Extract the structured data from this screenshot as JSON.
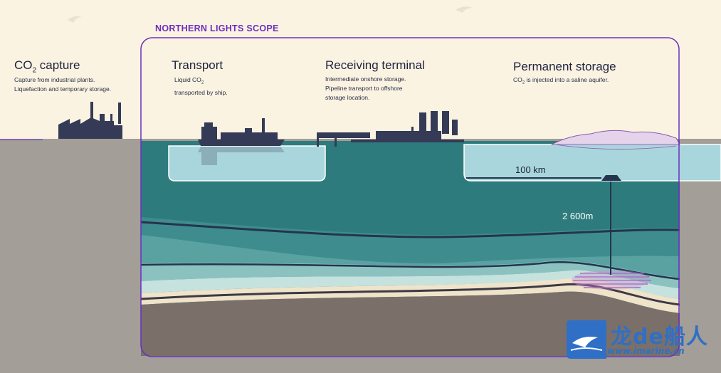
{
  "scope": {
    "title": "NORTHERN LIGHTS SCOPE"
  },
  "stages": {
    "capture": {
      "title_main": "CO",
      "title_sub": "2",
      "title_rest": " capture",
      "desc1": "Capture from industrial plants.",
      "desc2": "Liquefaction and temporary storage."
    },
    "transport": {
      "title": "Transport",
      "desc1_main": "Liquid CO",
      "desc1_sub": "2",
      "desc2": "transported by ship."
    },
    "terminal": {
      "title": "Receiving terminal",
      "desc1": "Intermediate onshore storage.",
      "desc2": "Pipeline transport to offshore",
      "desc3": "storage location."
    },
    "storage": {
      "title": "Permanent storage",
      "desc_main": "CO",
      "desc_sub": "2",
      "desc_rest": " is injected into a saline aquifer."
    }
  },
  "measures": {
    "pipeline": "100 km",
    "depth": "2 600m"
  },
  "watermark": {
    "brand": "龙de船人",
    "url": "www.imarine.cn"
  },
  "colors": {
    "sky": "#fbf3e1",
    "sea": "#a9d6dc",
    "seabed": "#2e7b7d",
    "ground": "#a39e97",
    "accent": "#6b2fc0",
    "silhouette": "#353a56"
  }
}
